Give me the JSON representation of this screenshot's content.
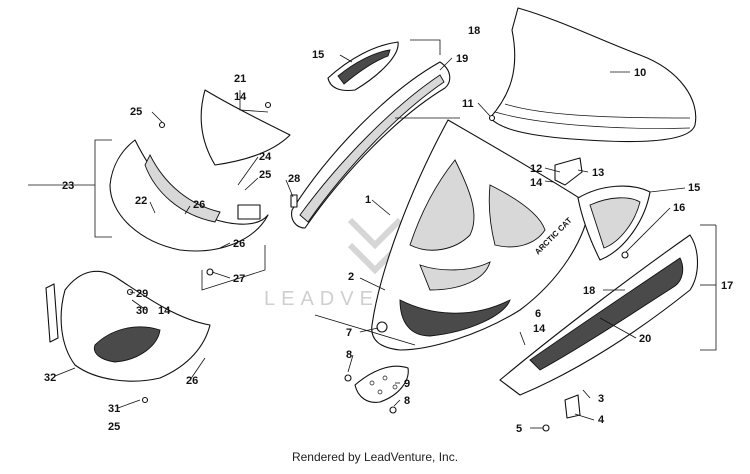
{
  "footer": "Rendered by LeadVenture, Inc.",
  "watermark": "LEADVENTURE",
  "brand_text": "ARCTIC CAT",
  "callouts": {
    "c1": "1",
    "c2": "2",
    "c3": "3",
    "c4": "4",
    "c5": "5",
    "c6": "6",
    "c7": "7",
    "c8a": "8",
    "c8b": "8",
    "c9": "9",
    "c10": "10",
    "c11": "11",
    "c12": "12",
    "c13": "13",
    "c14a": "14",
    "c14b": "14",
    "c14c": "14",
    "c14d": "14",
    "c15a": "15",
    "c15b": "15",
    "c16": "16",
    "c17": "17",
    "c18a": "18",
    "c18b": "18",
    "c19": "19",
    "c20": "20",
    "c21": "21",
    "c22": "22",
    "c23": "23",
    "c24": "24",
    "c25a": "25",
    "c25b": "25",
    "c25c": "25",
    "c26a": "26",
    "c26b": "26",
    "c26c": "26",
    "c27": "27",
    "c28": "28",
    "c29": "29",
    "c30": "30",
    "c31": "31",
    "c32": "32"
  }
}
